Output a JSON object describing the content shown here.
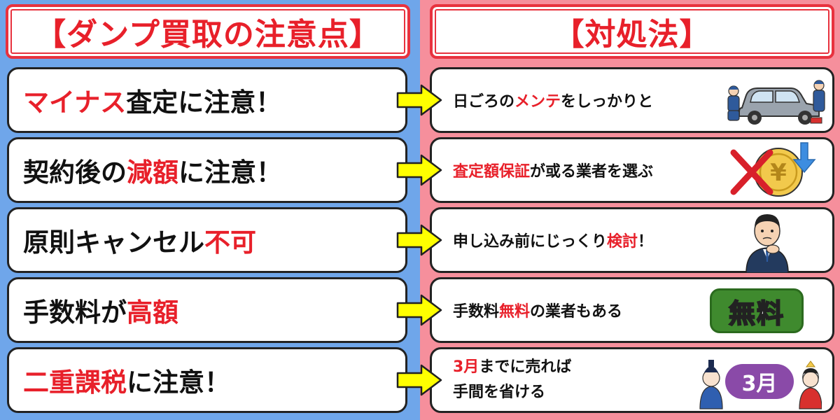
{
  "header": {
    "left_title": "【ダンプ買取の注意点】",
    "right_title": "【対処法】"
  },
  "items": [
    {
      "left": {
        "pre": "",
        "red": "マイナス",
        "post": "査定に注意！"
      },
      "right": {
        "pre": "日ごろの",
        "red": "メンテ",
        "post": "をしっかりと"
      }
    },
    {
      "left": {
        "pre": "契約後の",
        "red": "減額",
        "post": "に注意！"
      },
      "right": {
        "pre": "",
        "red": "査定額保証",
        "post": "が或る業者を選ぶ"
      }
    },
    {
      "left": {
        "pre": "原則キャンセル",
        "red": "不可",
        "post": ""
      },
      "right": {
        "pre": "申し込み前にじっくり",
        "red": "検討",
        "post": "！"
      }
    },
    {
      "left": {
        "pre": "手数料が",
        "red": "高額",
        "post": ""
      },
      "right": {
        "pre": "手数料",
        "red": "無料",
        "post": "の業者もある"
      }
    },
    {
      "left": {
        "pre": "",
        "red": "二重課税",
        "post": "に注意！"
      },
      "right": {
        "line1_red": "3月",
        "line1_post": "までに売れば",
        "line2": "手間を省ける"
      }
    }
  ],
  "illustrations": {
    "free_badge_text": "無料",
    "march_badge_text": "3月"
  },
  "colors": {
    "left_bg": "#6fa6ea",
    "right_bg": "#f68f9c",
    "accent_red": "#e8202a",
    "arrow_yellow": "#ffff00",
    "badge_green": "#3f8a2e"
  }
}
